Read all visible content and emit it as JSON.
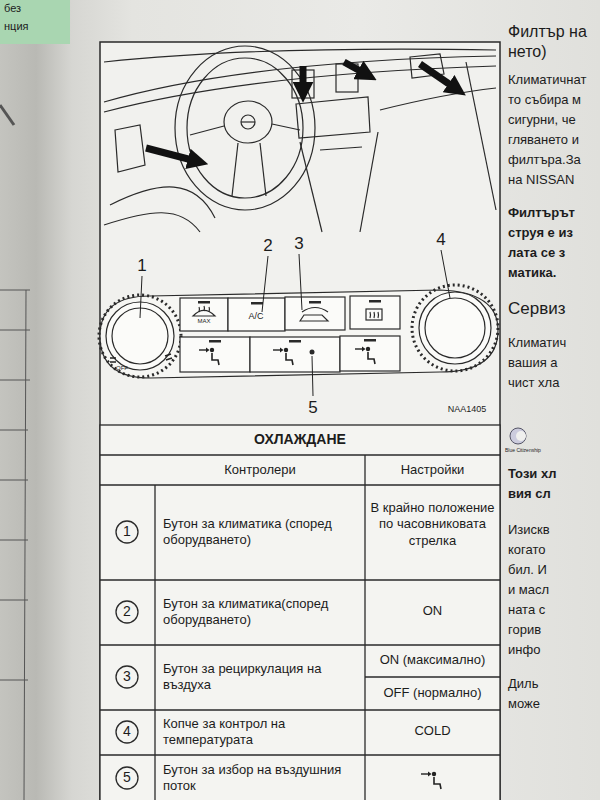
{
  "diagram": {
    "labels": [
      "без",
      "нция",
      "1",
      "2",
      "3",
      "4",
      "MAX",
      "A/C",
      "OFF",
      "5",
      "NAA1405",
      "ОХЛАЖДАНЕ",
      "Контролери",
      "Настройки",
      "1",
      "Бутон за климатика (според оборудването)",
      "В крайно положение по часовниковата стрелка",
      "2",
      "Бутон за климатика(според оборудването)",
      "ON",
      "3",
      "Бутон за рециркулация на въздуха",
      "ON (максимално)",
      "OFF (нормално)",
      "4",
      "Копче за контрол на температурата",
      "COLD",
      "5",
      "Бутон за избор на въздушния поток",
      "Филтър на",
      "нето)",
      "Климатичнат",
      "то събира м",
      "сигурни, че",
      "гляването и",
      "филтъра.За",
      "на NISSAN",
      "Филтърът",
      "струя е из",
      "лата се з",
      "матика.",
      "Сервиз",
      "Климатич",
      "вашия а",
      "чист хла",
      "Blue Citizenship",
      "Този хл",
      "вия сл",
      "Изискв",
      "когато",
      "бил. И",
      "и масл",
      "ната с",
      "горив",
      "инфо",
      "Диль",
      "може"
    ]
  }
}
